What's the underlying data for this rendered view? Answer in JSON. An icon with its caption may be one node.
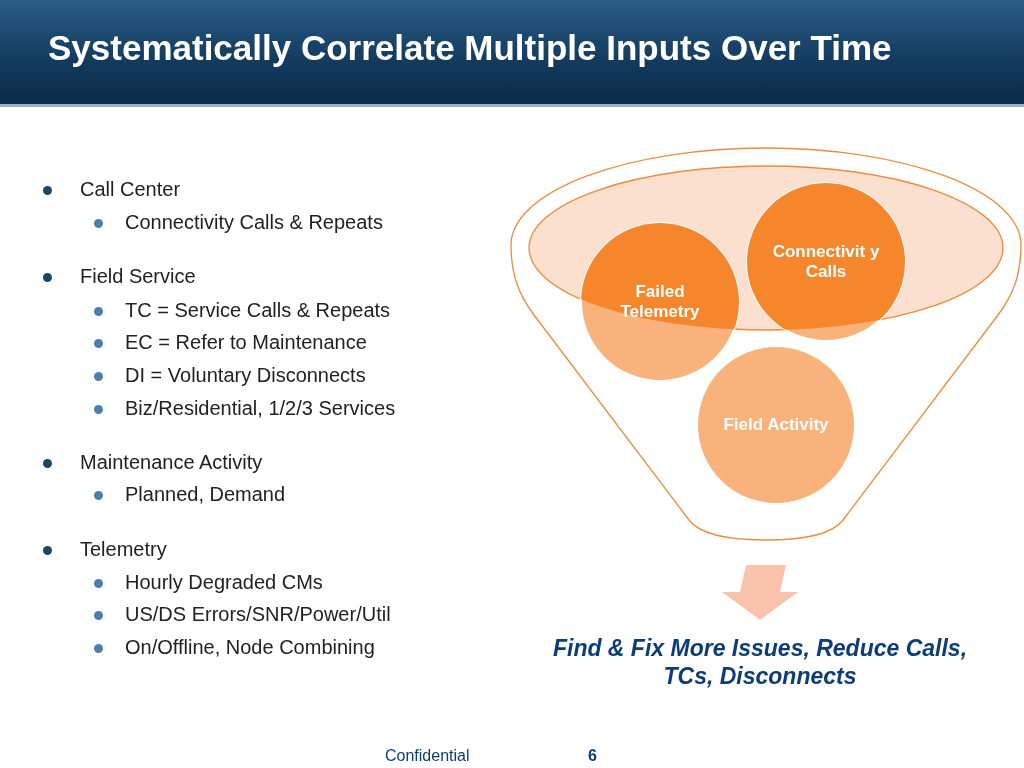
{
  "diagram": {
    "title": "Systematically Correlate Multiple Inputs Over Time",
    "nodes": [
      {
        "text": [],
        "shape": "funnel"
      },
      {
        "text": [
          "Failed Telemetry"
        ],
        "in": 0
      },
      {
        "text": [
          "Connectivit y Calls"
        ],
        "in": 0
      },
      {
        "text": [
          "Field Activity"
        ],
        "in": 0
      },
      {
        "text": [
          "Find & Fix More Issues, Reduce Calls, TCs, Disconnects"
        ]
      }
    ],
    "edges": [
      {
        "from": 0,
        "to": 4,
        "arrow": "to",
        "style": "thick",
        "color": "#f9c3ab"
      }
    ],
    "labels": [
      "Call Center",
      "Connectivity Calls & Repeats",
      "Field Service",
      "TC = Service Calls & Repeats",
      "EC = Refer to Maintenance",
      "DI = Voluntary Disconnects",
      "Biz/Residential, 1/2/3 Services",
      "Maintenance Activity",
      "Planned, Demand",
      "Telemetry",
      "Hourly Degraded CMs",
      "US/DS Errors/SNR/Power/Util",
      "On/Offline, Node Combining",
      "Confidential",
      "6"
    ]
  }
}
